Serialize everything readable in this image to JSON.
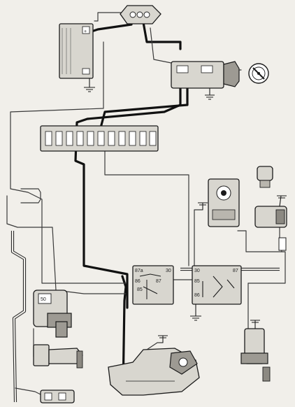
{
  "diagram": {
    "terminal_labels": {
      "battery_pos": "+",
      "starter_50": "50",
      "relay1": [
        "87a",
        "30",
        "86",
        "85",
        "87"
      ],
      "relay2": [
        "30",
        "87",
        "85",
        "86"
      ]
    }
  },
  "colors": {
    "background": "#f1efea",
    "line": "#1b1b1b",
    "component_fill": "#d8d6cf",
    "component_shade": "#9d9a93"
  }
}
